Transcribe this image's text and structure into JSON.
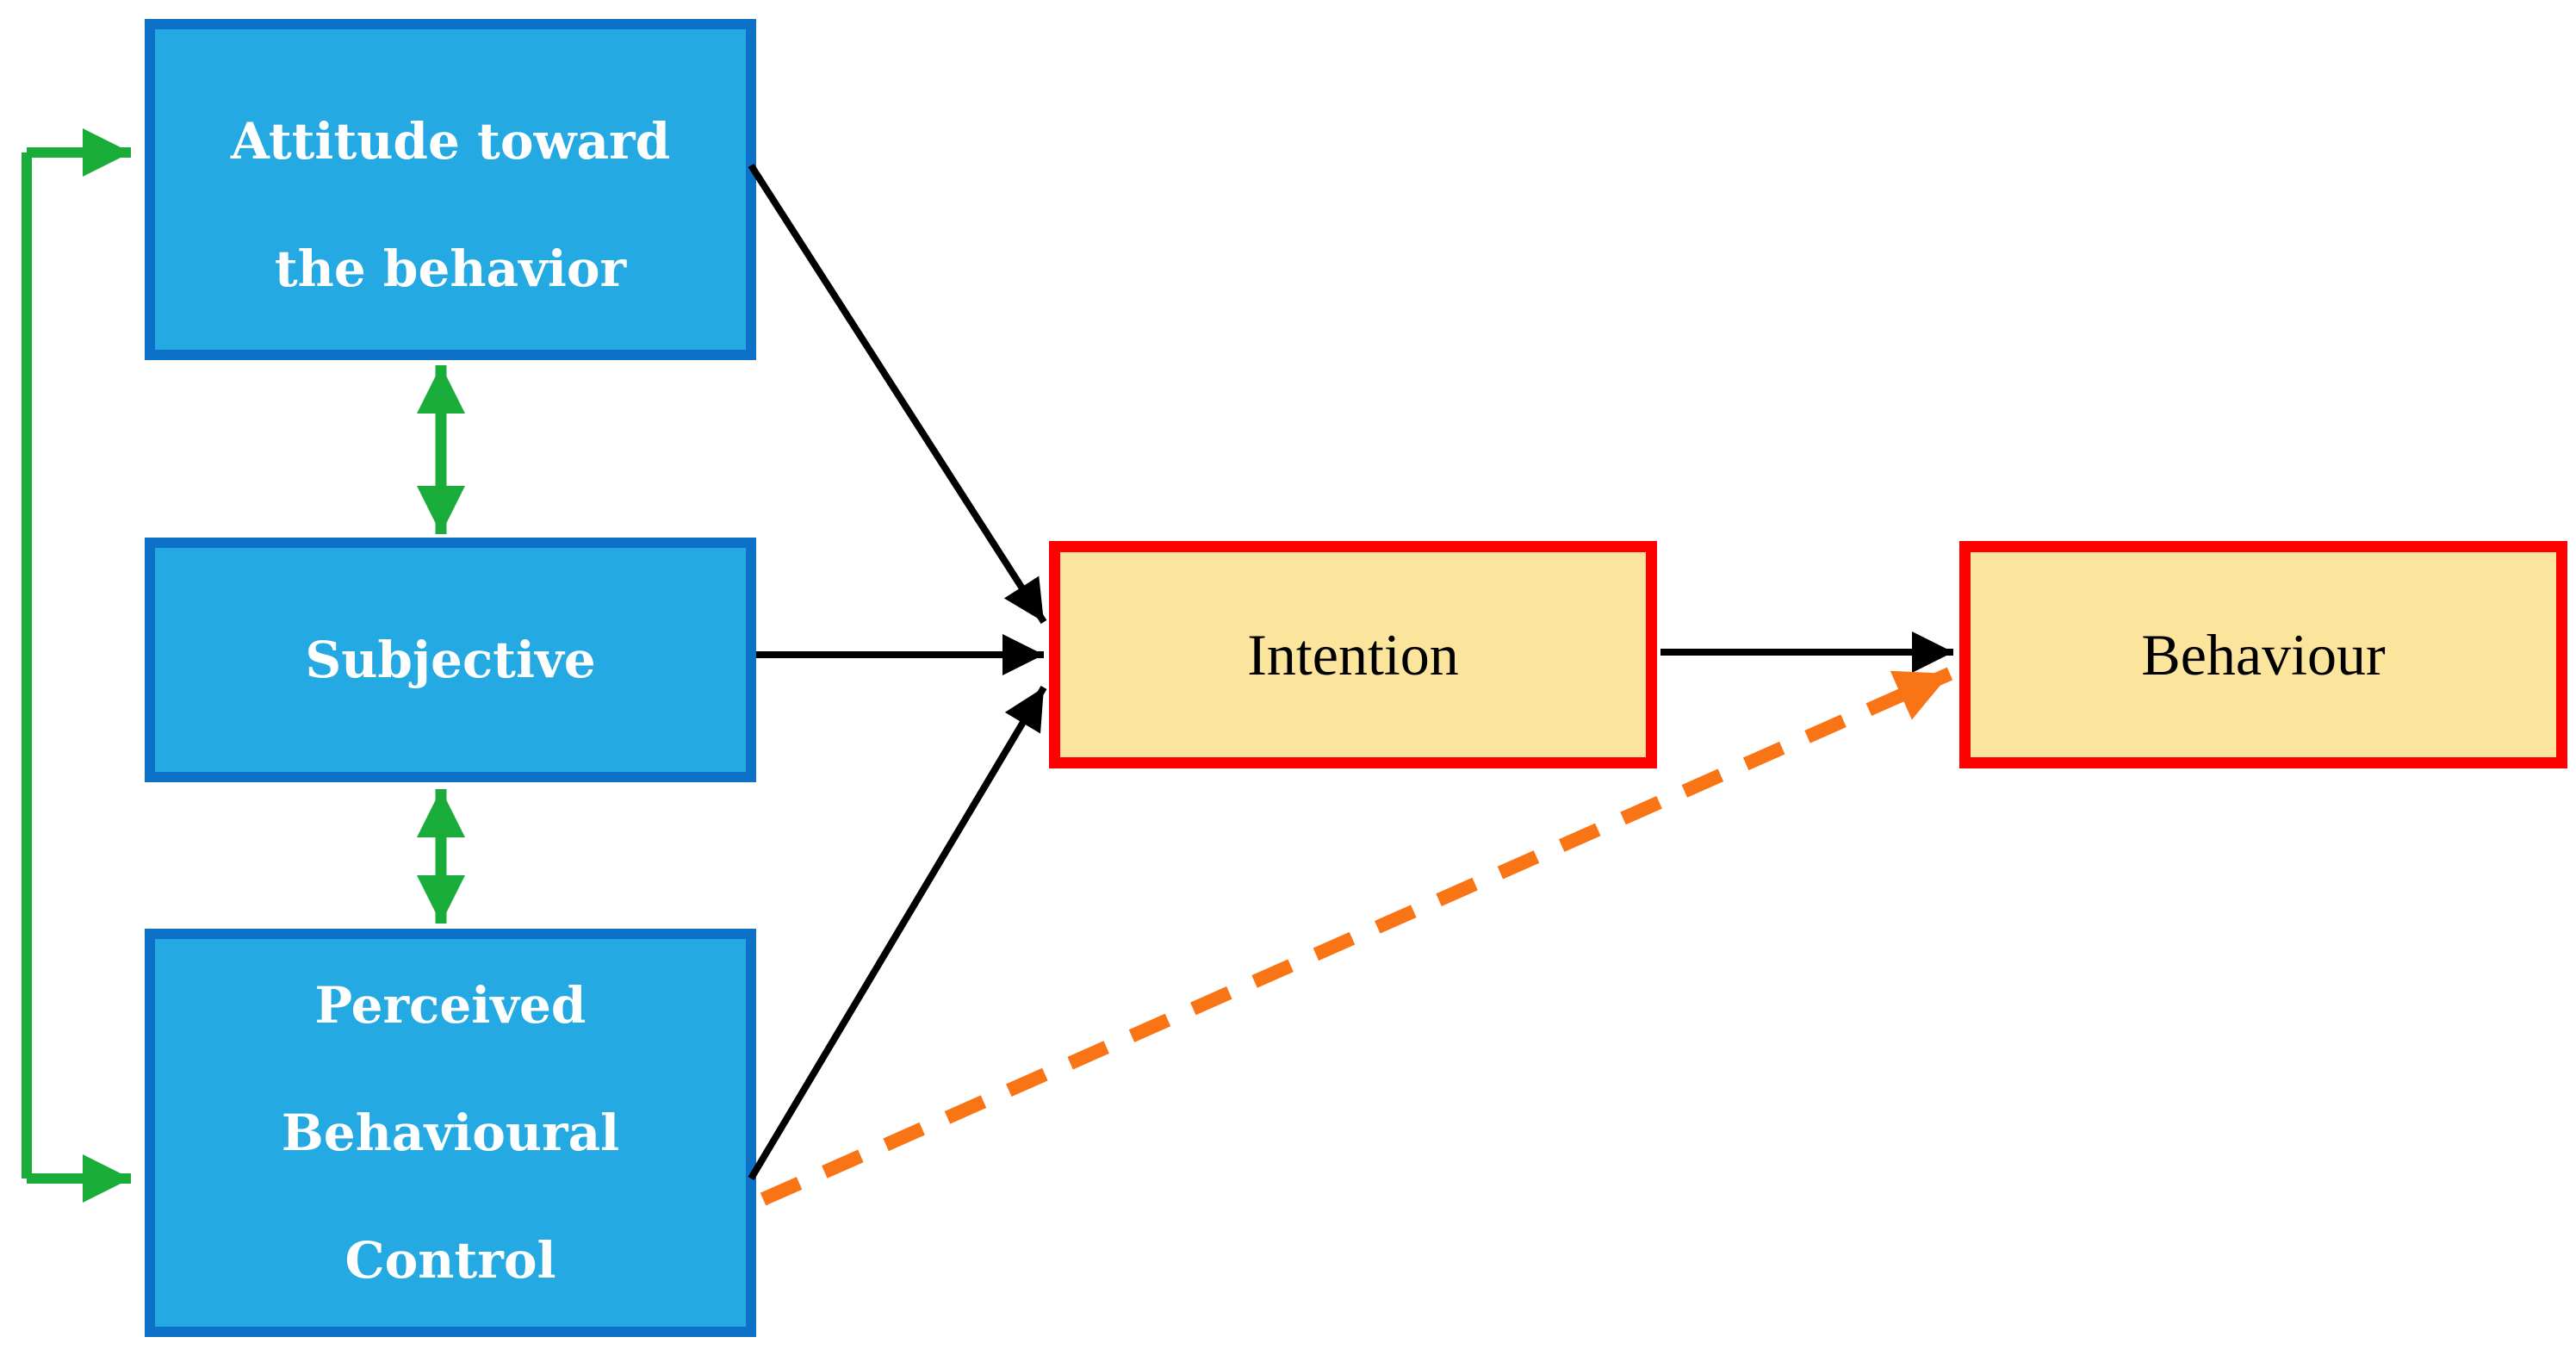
{
  "colors": {
    "blueFill": "#25A9E2",
    "blueBorder": "#0E71C8",
    "yellowFill": "#FBE49B",
    "redBorder": "#FF0000",
    "green": "#19AC38",
    "orange": "#F97415",
    "black": "#000000",
    "whiteText": "#FFFFFF"
  },
  "nodes": {
    "attitude": {
      "label": [
        "Attitude toward",
        "the behavior"
      ]
    },
    "subjective": {
      "label": [
        "Subjective"
      ]
    },
    "pbc": {
      "label": [
        "Perceived",
        "Behavioural",
        "Control"
      ]
    },
    "intention": {
      "label": "Intention"
    },
    "behaviour": {
      "label": "Behaviour"
    }
  },
  "connectors": [
    {
      "from": "attitude",
      "to": "intention",
      "style": "solid",
      "color": "black",
      "arrow": "single"
    },
    {
      "from": "subjective",
      "to": "intention",
      "style": "solid",
      "color": "black",
      "arrow": "single"
    },
    {
      "from": "pbc",
      "to": "intention",
      "style": "solid",
      "color": "black",
      "arrow": "single"
    },
    {
      "from": "intention",
      "to": "behaviour",
      "style": "solid",
      "color": "black",
      "arrow": "single"
    },
    {
      "from": "pbc",
      "to": "behaviour",
      "style": "dashed",
      "color": "orange",
      "arrow": "single"
    },
    {
      "from": "attitude",
      "to": "subjective",
      "style": "solid",
      "color": "green",
      "arrow": "double"
    },
    {
      "from": "subjective",
      "to": "pbc",
      "style": "solid",
      "color": "green",
      "arrow": "double"
    },
    {
      "from": "attitude",
      "to": "pbc",
      "style": "bracket",
      "color": "green",
      "arrow": "both-into-boxes"
    }
  ]
}
